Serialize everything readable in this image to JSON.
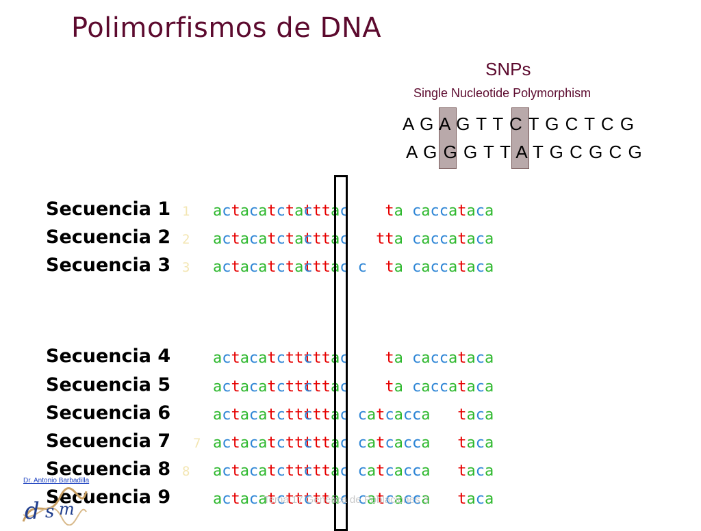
{
  "title": "Polimorfismos de DNA",
  "snp_heading": "SNPs",
  "snp_subtitle": "Single Nucleotide Polymorphism",
  "dna_line_1": "A G A G T T C T G C T C G",
  "dna_line_2": "A G G G T T A T G C G C G",
  "labels": [
    "Secuencia 1",
    "Secuencia 2",
    "Secuencia 3",
    "Secuencia 4",
    "Secuencia 5",
    "Secuencia 6",
    "Secuencia 7",
    "Secuencia 8",
    "Secuencia 9"
  ],
  "ghost_numbers": [
    "1",
    "2",
    "3",
    "7",
    "8"
  ],
  "sequences": [
    {
      "a": "ac",
      "b": "ta",
      "c": "catc",
      "d": "tat",
      "e": "c",
      "f": "tta",
      "g": "ac",
      "h": "",
      "i": "",
      "j": "ta",
      "k": "cacca",
      "l": "taca"
    },
    {
      "a": "ac",
      "b": "ta",
      "c": "catc",
      "d": "tat",
      "e": "c",
      "f": "tta",
      "g": "ac",
      "h": "",
      "i": "t",
      "j": "ta",
      "k": "cacca",
      "l": "taca"
    },
    {
      "a": "ac",
      "b": "ta",
      "c": "catc",
      "d": "tat",
      "e": "c",
      "f": "tta",
      "g": "ac",
      "h": "c",
      "i": "",
      "j": "ta",
      "k": "cacca",
      "l": "taca"
    },
    {
      "a": "ac",
      "b": "ta",
      "c": "catc",
      "d": "ttt",
      "e": "c",
      "f": "tta",
      "g": "ac",
      "h": "",
      "i": "",
      "j": "ta",
      "k": "cacca",
      "l": "taca"
    },
    {
      "a": "ac",
      "b": "ta",
      "c": "catc",
      "d": "ttt",
      "e": "c",
      "f": "tta",
      "g": "ac",
      "h": "",
      "i": "",
      "j": "ta",
      "k": "cacca",
      "l": "taca"
    },
    {
      "a": "ac",
      "b": "ta",
      "c": "catc",
      "d": "ttt",
      "e": "c",
      "f": "tta",
      "g": "ac",
      "h": "cat",
      "i": "",
      "j": "cacc",
      "k": "ca",
      "l": "taca"
    },
    {
      "a": "ac",
      "b": "ta",
      "c": "catc",
      "d": "ttt",
      "e": "c",
      "f": "tta",
      "g": "ac",
      "h": "cat",
      "i": "",
      "j": "cacc",
      "k": "ca",
      "l": "taca"
    },
    {
      "a": "ac",
      "b": "ta",
      "c": "catc",
      "d": "ttt",
      "e": "c",
      "f": "tta",
      "g": "ac",
      "h": "cat",
      "i": "",
      "j": "cacc",
      "k": "ca",
      "l": "taca"
    },
    {
      "a": "ac",
      "b": "ta",
      "c": "catc",
      "d": "ttt",
      "e": "c",
      "f": "tta",
      "g": "ac",
      "h": "cat",
      "i": "",
      "j": "cacc",
      "k": "ca",
      "l": "taca"
    }
  ],
  "author": "Dr. Antonio Barbadilla",
  "footer": "Tema 17 Genética de Poblaciones 3",
  "colors": {
    "title": "#5c0a2e",
    "adenine": "#2eb82e",
    "thymine": "#e60000",
    "cytosine": "#2f86d6",
    "highlight": "#b9a9aa"
  }
}
